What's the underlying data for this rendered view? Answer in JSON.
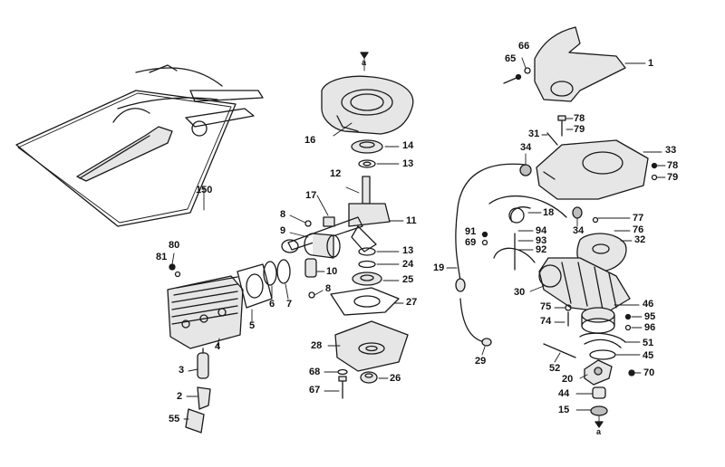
{
  "labels": {
    "l150": "150",
    "l16": "16",
    "l14": "14",
    "l13a": "13",
    "l12": "12",
    "l17": "17",
    "l11": "11",
    "l8a": "8",
    "l9": "9",
    "l13b": "13",
    "l24": "24",
    "l10": "10",
    "l25": "25",
    "l8b": "8",
    "l27": "27",
    "l80": "80",
    "l81": "81",
    "l4": "4",
    "l5": "5",
    "l6": "6",
    "l7": "7",
    "l3": "3",
    "l2": "2",
    "l55": "55",
    "l28": "28",
    "l68": "68",
    "l67": "67",
    "l26": "26",
    "l65": "65",
    "l66": "66",
    "l1": "1",
    "l78a": "78",
    "l79a": "79",
    "l31": "31",
    "l34a": "34",
    "l33": "33",
    "l78b": "78",
    "l79b": "79",
    "l18": "18",
    "l34b": "34",
    "l77": "77",
    "l76": "76",
    "l32": "32",
    "l91": "91",
    "l69": "69",
    "l94": "94",
    "l93": "93",
    "l92": "92",
    "l19": "19",
    "l30": "30",
    "l75": "75",
    "l74": "74",
    "l46": "46",
    "l95": "95",
    "l96": "96",
    "l51": "51",
    "l45": "45",
    "l29": "29",
    "l52": "52",
    "l20": "20",
    "l70": "70",
    "l44": "44",
    "l15": "15",
    "la_top": "a",
    "la_bot": "a"
  }
}
